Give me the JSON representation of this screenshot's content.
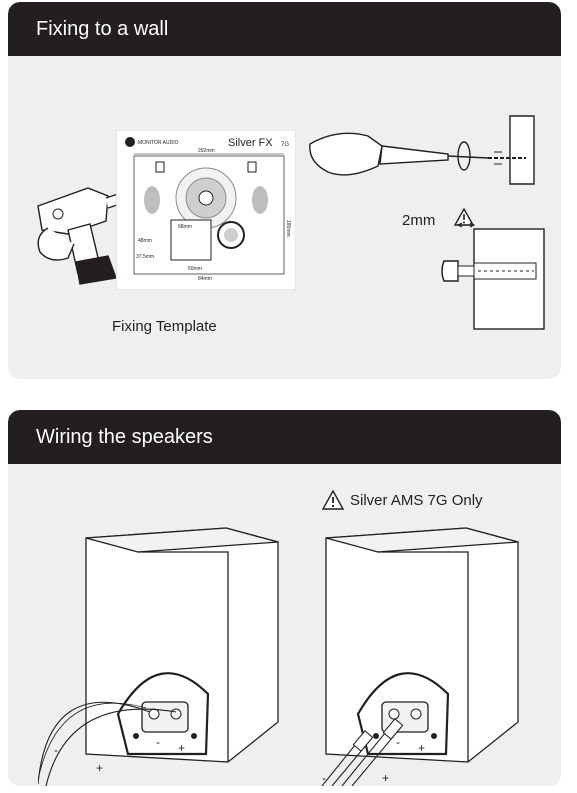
{
  "sections": {
    "fixing": {
      "title": "Fixing to a wall",
      "template_caption": "Fixing Template",
      "gap_label": "2mm",
      "template": {
        "brand": "MONITOR AUDIO",
        "model": "Silver FX",
        "model_tag": "7G",
        "dims": [
          "292mm",
          "180mm",
          "68mm",
          "48mm",
          "37.5mm",
          "50mm",
          "84mm"
        ]
      },
      "icons": [
        "drill-icon",
        "screwdriver-icon",
        "wall-plug-icon",
        "warning-icon"
      ]
    },
    "wiring": {
      "title": "Wiring the speakers",
      "note": "Silver AMS 7G Only",
      "polarity": {
        "minus": "-",
        "plus": "+"
      },
      "icons": [
        "speaker-terminal-icon",
        "warning-icon"
      ]
    }
  },
  "colors": {
    "header_bg": "#231f20",
    "card_bg": "#efefef",
    "line": "#231f20"
  }
}
